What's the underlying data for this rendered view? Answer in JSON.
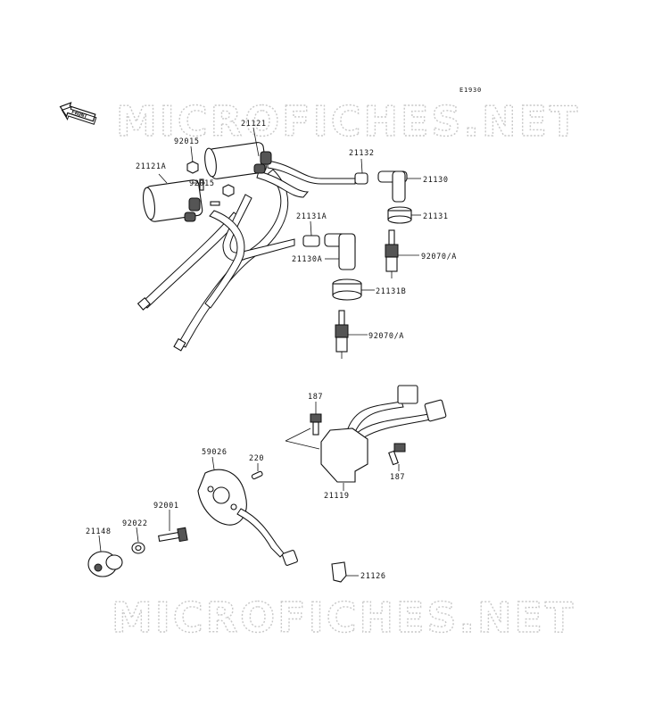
{
  "diagram_code": "E1930",
  "front_label": "FRONT",
  "watermark_top": "MICROFICHES.NET",
  "watermark_bottom": "MICROFICHES.NET",
  "labels": {
    "p21121": "21121",
    "p92015a": "92015",
    "p21121a": "21121A",
    "p92015b": "92015",
    "p21132": "21132",
    "p21130": "21130",
    "p21131": "21131",
    "p21131a": "21131A",
    "p92070a_top": "92070/A",
    "p21130a": "21130A",
    "p21131b": "21131B",
    "p92070a_bottom": "92070/A",
    "p187_top": "187",
    "p187_right": "187",
    "p21119": "21119",
    "p59026": "59026",
    "p220": "220",
    "p92001": "92001",
    "p92022": "92022",
    "p21148": "21148",
    "p21126": "21126"
  }
}
